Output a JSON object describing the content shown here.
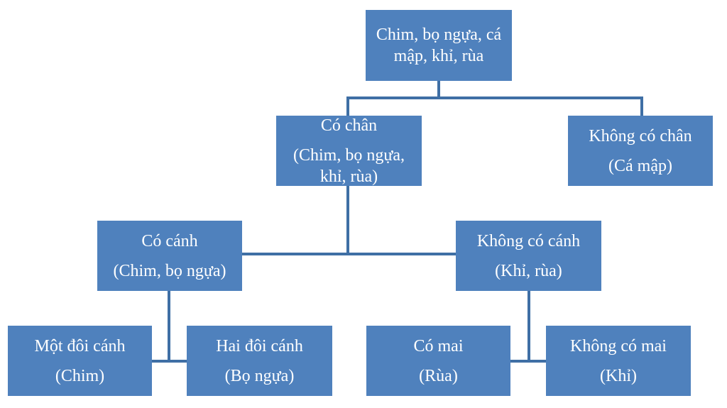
{
  "diagram": {
    "root": {
      "lines": [
        "Chim, bọ ngựa, cá",
        "mập, khỉ, rùa"
      ]
    },
    "legs": {
      "lines": [
        "Có chân",
        "(Chim, bọ ngựa,",
        "khỉ, rùa)"
      ]
    },
    "no_legs": {
      "lines": [
        "Không có chân",
        "(Cá mập)"
      ]
    },
    "wings": {
      "lines": [
        "Có cánh",
        "(Chim, bọ ngựa)"
      ]
    },
    "no_wings": {
      "lines": [
        "Không có cánh",
        "(Khỉ, rùa)"
      ]
    },
    "one_pair_wings": {
      "lines": [
        "Một đôi cánh",
        "(Chim)"
      ]
    },
    "two_pairs_wings": {
      "lines": [
        "Hai đôi cánh",
        "(Bọ ngựa)"
      ]
    },
    "shell": {
      "lines": [
        "Có mai",
        "(Rùa)"
      ]
    },
    "no_shell": {
      "lines": [
        "Không có mai",
        "(Khỉ)"
      ]
    }
  },
  "colors": {
    "node_fill": "#4f81bd",
    "node_text": "#ffffff",
    "connector": "#3f6fa5"
  }
}
